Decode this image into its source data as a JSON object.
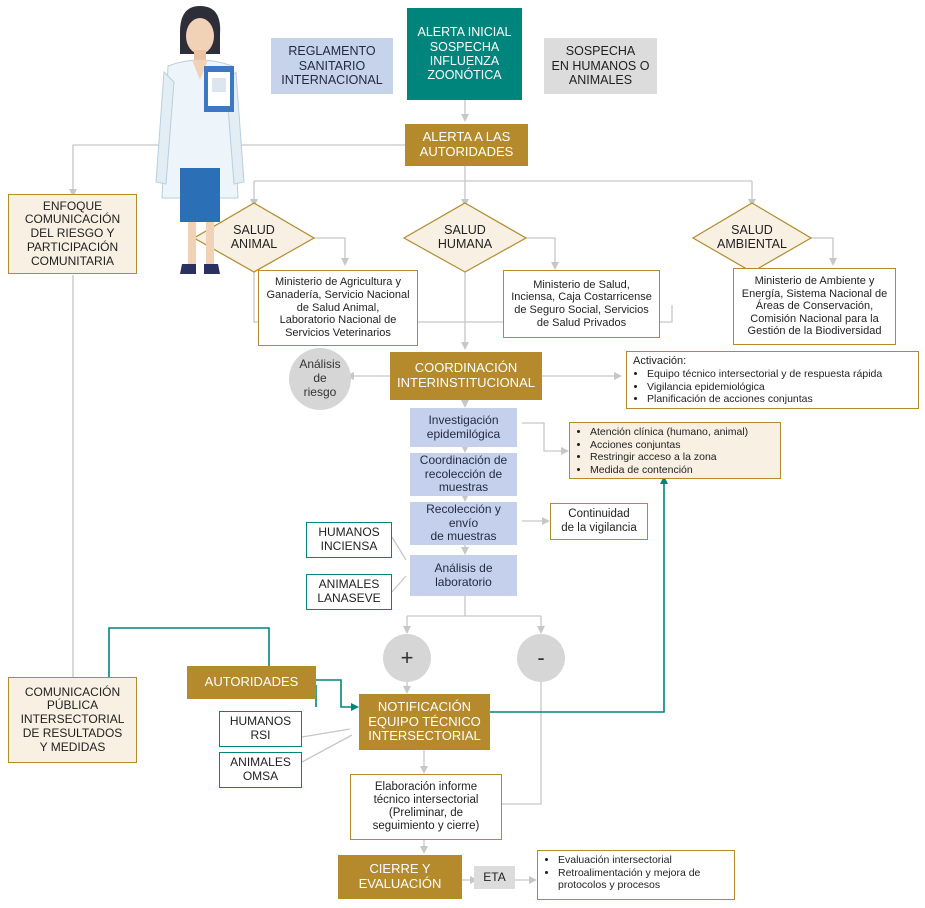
{
  "colors": {
    "teal": "#00857c",
    "gold": "#b48a2c",
    "lavender": "#c7d3eb",
    "cream": "#f8f0e3",
    "grey": "#dcdcdc",
    "line": "#c7c7c7"
  },
  "illustration": {
    "icon": "doctor-illustration"
  },
  "top": {
    "alerta_inicial": [
      "ALERTA INICIAL",
      "SOSPECHA",
      "INFLUENZA",
      "ZOONÓTICA"
    ],
    "reglamento": [
      "REGLAMENTO",
      "SANITARIO",
      "INTERNACIONAL"
    ],
    "sospecha": [
      "SOSPECHA",
      "EN HUMANOS O",
      "ANIMALES"
    ]
  },
  "alerta_autoridades": [
    "ALERTA A LAS",
    "AUTORIDADES"
  ],
  "enfoque": [
    "ENFOQUE",
    "COMUNICACIÓN",
    "DEL RIESGO Y",
    "PARTICIPACIÓN",
    "COMUNITARIA"
  ],
  "comunicacion_publica": [
    "COMUNICACIÓN",
    "PÚBLICA",
    "INTERSECTORIAL",
    "DE RESULTADOS",
    "Y MEDIDAS"
  ],
  "diamonds": {
    "animal": [
      "SALUD",
      "ANIMAL"
    ],
    "humana": [
      "SALUD",
      "HUMANA"
    ],
    "ambiental": [
      "SALUD",
      "AMBIENTAL"
    ]
  },
  "institutions": {
    "animal": [
      "Ministerio de Agricultura y",
      "Ganadería, Servicio Nacional",
      "de Salud Animal,",
      "Laboratorio Nacional de",
      "Servicios Veterinarios"
    ],
    "humana": [
      "Ministerio de Salud,",
      "Inciensa, Caja Costarricense",
      "de Seguro Social, Servicios",
      "de Salud Privados"
    ],
    "ambiental": [
      "Ministerio de Ambiente y",
      "Energía, Sistema Nacional de",
      "Áreas de Conservación,",
      "Comisión Nacional para la",
      "Gestión de la Biodiversidad"
    ]
  },
  "analisis_riesgo": [
    "Análisis",
    "de",
    "riesgo"
  ],
  "coordinacion": [
    "COORDINACIÓN",
    "INTERINSTITUCIONAL"
  ],
  "activacion": {
    "title": "Activación:",
    "items": [
      "Equipo técnico intersectorial y de respuesta rápida",
      "Vigilancia epidemiológica",
      "Planificación de acciones conjuntas"
    ]
  },
  "steps": {
    "investigacion": [
      "Investigación",
      "epidemilógica"
    ],
    "coordinacion_muestras": [
      "Coordinación de",
      "recolección de",
      "muestras"
    ],
    "recoleccion": [
      "Recolección y",
      "envío",
      "de muestras"
    ],
    "analisis_lab": [
      "Análisis de",
      "laboratorio"
    ]
  },
  "acciones": [
    "Atención clínica (humano, animal)",
    "Acciones conjuntas",
    "Restringir acceso a la zona",
    "Medida de contención"
  ],
  "continuidad": [
    "Continuidad",
    "de la vigilancia"
  ],
  "labs": {
    "humanos": [
      "HUMANOS",
      "INCIENSA"
    ],
    "animales": [
      "ANIMALES",
      "LANASEVE"
    ]
  },
  "result": {
    "positive": "+",
    "negative": "-"
  },
  "autoridades": "AUTORIDADES",
  "notificacion": [
    "NOTIFICACIÓN",
    "EQUIPO TÉCNICO",
    "INTERSECTORIAL"
  ],
  "reporting": {
    "humanos": [
      "HUMANOS",
      "RSI"
    ],
    "animales": [
      "ANIMALES",
      "OMSA"
    ]
  },
  "informe": [
    "Elaboración informe",
    "técnico intersectorial",
    "(Preliminar, de",
    "seguimiento y cierre)"
  ],
  "cierre": [
    "CIERRE Y",
    "EVALUACIÓN"
  ],
  "eta": "ETA",
  "evaluacion": [
    "Evaluación intersectorial",
    "Retroalimentación y mejora de protocolos y procesos"
  ]
}
